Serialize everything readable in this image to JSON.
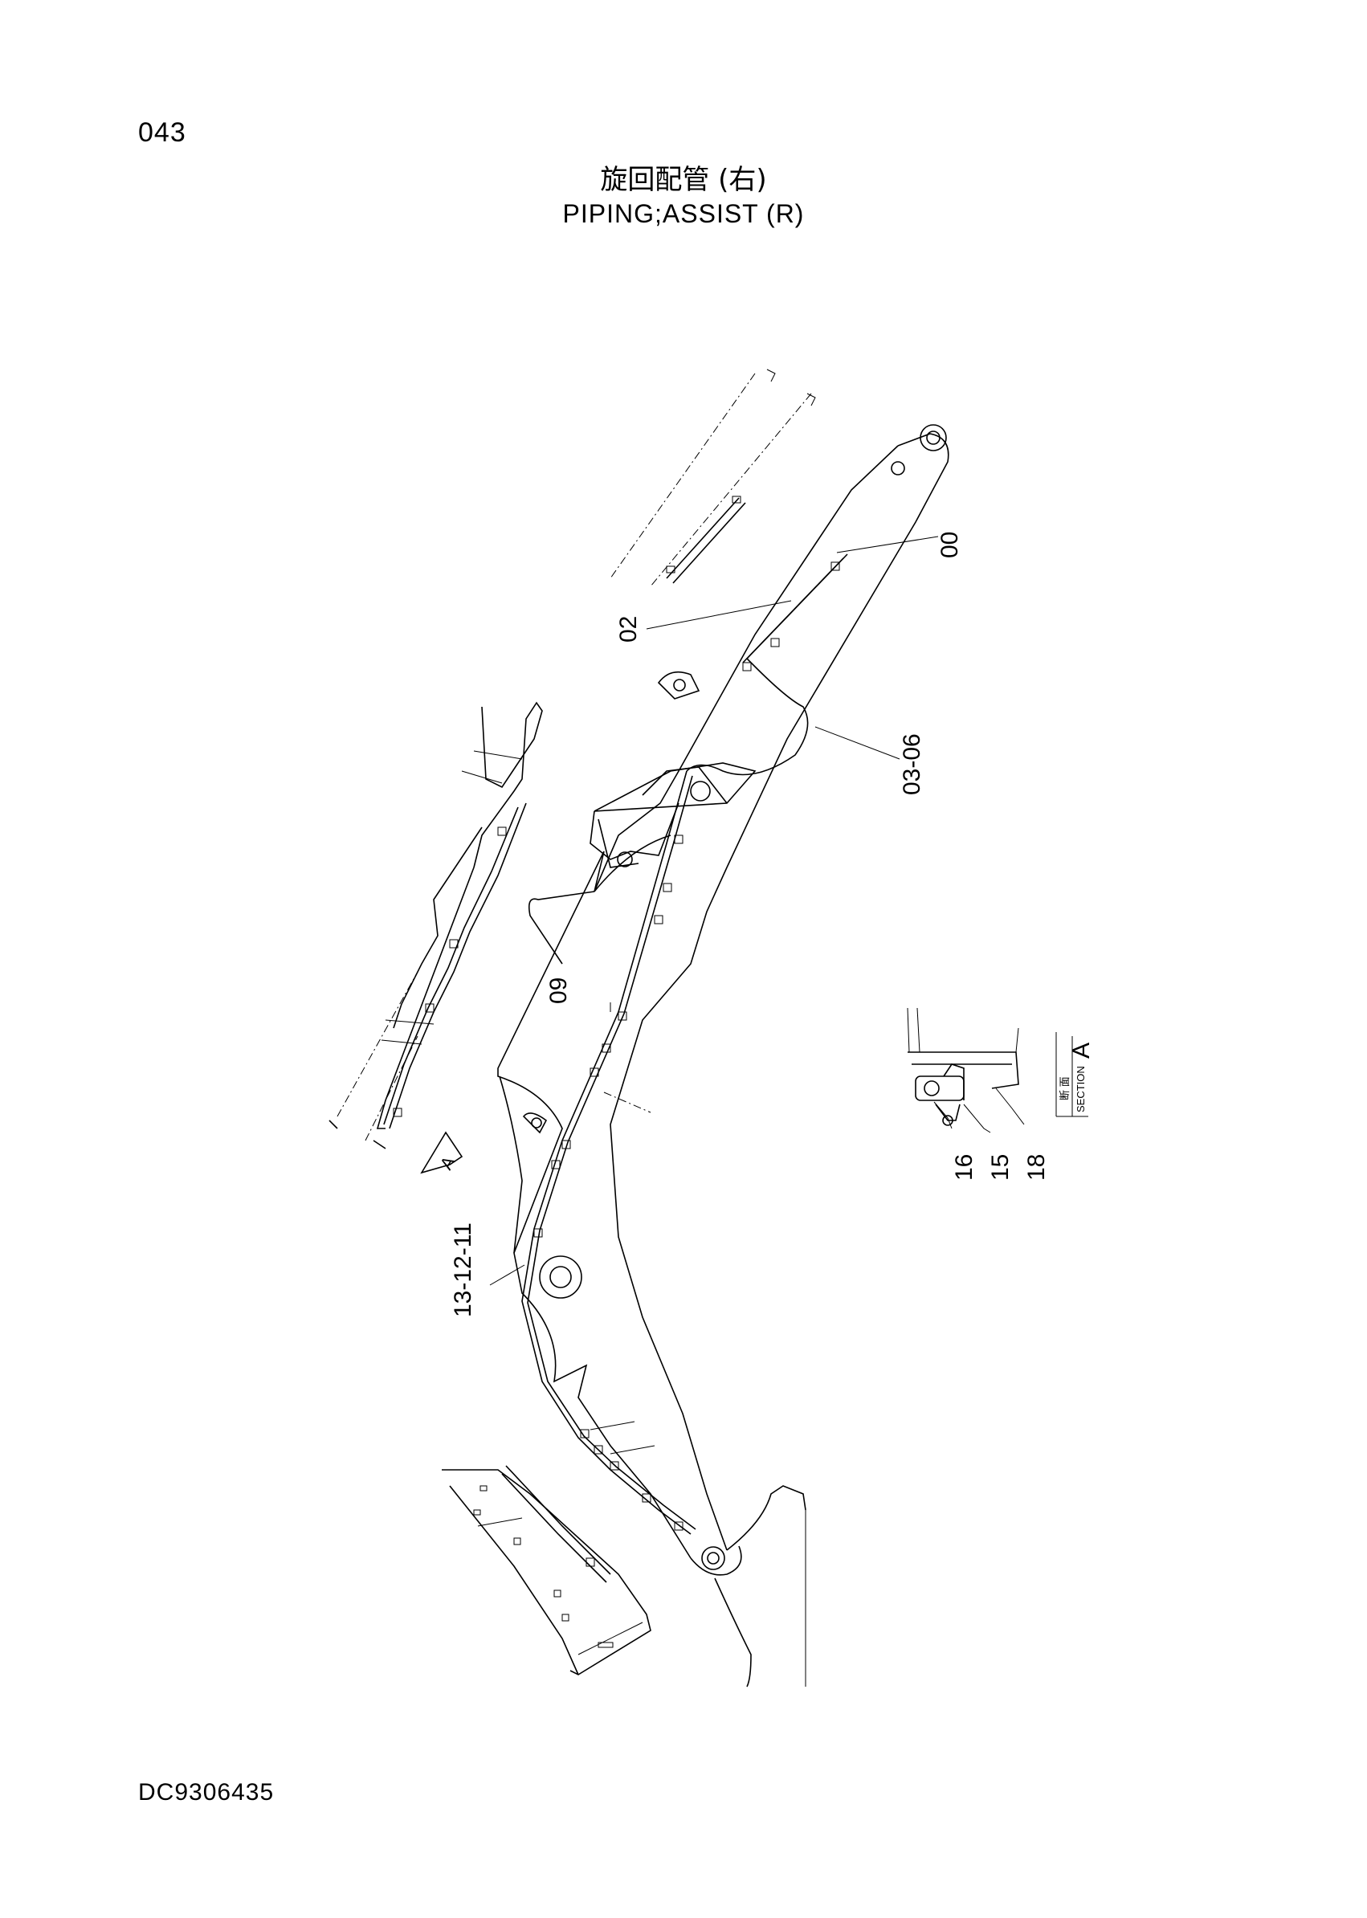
{
  "page_number": "043",
  "title_jp": "旋回配管 (右)",
  "title_en": "PIPING;ASSIST (R)",
  "doc_code": "DC9306435",
  "callouts": [
    "00",
    "02",
    "03-06",
    "09",
    "13-12-11",
    "16",
    "15",
    "18"
  ],
  "view_marker": "A",
  "section": {
    "letter": "A",
    "jp": "断 面",
    "en": "SECTION"
  }
}
